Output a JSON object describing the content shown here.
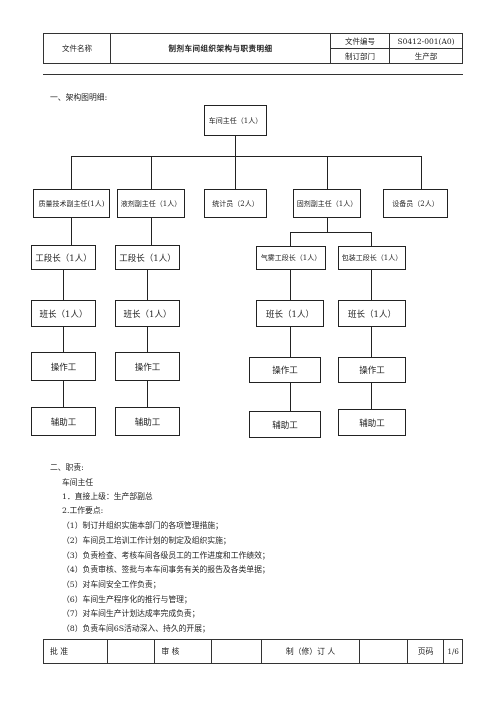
{
  "header": {
    "file_name_label": "文件名称",
    "title": "制剂车间组织架构与职责明细",
    "doc_no_label": "文件编号",
    "doc_no_value": "S0412-001(A0)",
    "dept_label": "制订部门",
    "dept_value": "生产部"
  },
  "section1": {
    "heading": "一、架构图明细:"
  },
  "org": {
    "root": "车间主任（1人）",
    "level2": [
      "质量技术副主任(1人)",
      "液剂副主任（1人）",
      "统计员（2人）",
      "固剂副主任（1人）",
      "设备员（2人）"
    ],
    "section_leads": [
      "工段长（1人）",
      "工段长（1人）",
      "气雾工段长（1人）",
      "包装工段长（1人）"
    ],
    "team_leads": [
      "班长（1人）",
      "班长（1人）",
      "班长（1人）",
      "班长（1人）"
    ],
    "operators": [
      "操作工",
      "操作工",
      "操作工",
      "操作工"
    ],
    "assistants": [
      "辅助工",
      "辅助工",
      "辅助工",
      "辅助工"
    ]
  },
  "section2": {
    "heading": "二、职责:",
    "role": "车间主任",
    "report_to": "1．直接上级：生产部副总",
    "points_heading": "2.工作要点:",
    "items": [
      "（1）制订并组织实施本部门的各项管理措施；",
      "（2）车间员工培训工作计划的制定及组织实施；",
      "（3）负责检查、考核车间各级员工的工作进度和工作绩效；",
      "（4）负责审核、签批与本车间事务有关的报告及各类单据；",
      "（5）对车间安全工作负责；",
      "（6）车间生产程序化的推行与管理；",
      "（7）对车间生产计划达成率完成负责；",
      "（8）负责车间6S活动深入、持久的开展；"
    ]
  },
  "footer": {
    "approve": "批  准",
    "review": "审  核",
    "revise": "制（修）订  人",
    "page_label": "页码",
    "page_value": "1/6"
  }
}
